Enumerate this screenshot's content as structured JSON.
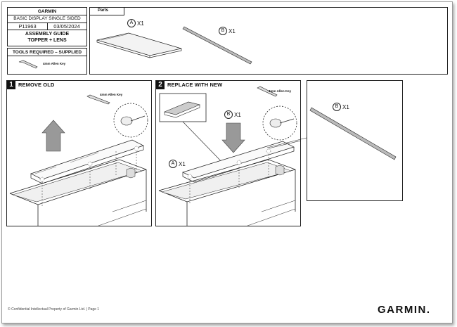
{
  "title_block": {
    "brand": "GARMIN",
    "product": "BASIC DISPLAY SINGLE SIDED",
    "part_number": "P11963",
    "date": "03/05/2024",
    "guide": "ASSEMBLY GUIDE",
    "subtitle": "TOPPER + LENS"
  },
  "tools": {
    "heading": "TOOLS REQUIRED – SUPPLIED",
    "tool_label": "4mm Allen Key"
  },
  "parts": {
    "heading": "Parts",
    "items": [
      {
        "letter": "A",
        "qty": "X1"
      },
      {
        "letter": "B",
        "qty": "X1"
      }
    ]
  },
  "steps": [
    {
      "number": "1",
      "title": "REMOVE OLD",
      "tool_label": "4mm Allen Key"
    },
    {
      "number": "2",
      "title": "REPLACE WITH NEW",
      "tool_label": "4mm Allen Key",
      "callouts": [
        {
          "letter": "B",
          "qty": "X1"
        },
        {
          "letter": "A",
          "qty": "X1"
        }
      ]
    }
  ],
  "detail": {
    "letter": "B",
    "qty": "X1"
  },
  "footer": {
    "confidential": "© Confidential Intellectual Property of Garmin Ltd. | Page 1",
    "logo": "GARMIN."
  }
}
